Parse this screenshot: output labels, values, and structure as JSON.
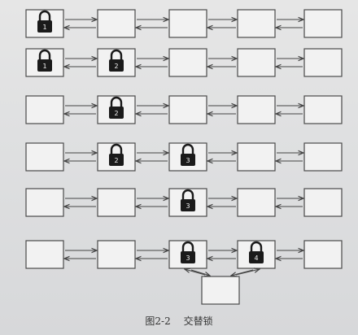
{
  "figure": {
    "caption_number": "图2-2",
    "caption_title": "交替锁"
  },
  "diagram": {
    "rows": [
      {
        "locks": [
          {
            "node": 0,
            "label": "1"
          }
        ]
      },
      {
        "locks": [
          {
            "node": 0,
            "label": "1"
          },
          {
            "node": 1,
            "label": "2"
          }
        ]
      },
      {
        "locks": [
          {
            "node": 1,
            "label": "2"
          }
        ]
      },
      {
        "locks": [
          {
            "node": 1,
            "label": "2"
          },
          {
            "node": 2,
            "label": "3"
          }
        ]
      },
      {
        "locks": [
          {
            "node": 2,
            "label": "3"
          }
        ]
      },
      {
        "locks": [
          {
            "node": 2,
            "label": "3"
          },
          {
            "node": 3,
            "label": "4"
          }
        ],
        "inserted_node": true
      }
    ],
    "icons": {
      "lock": "padlock-icon"
    }
  }
}
